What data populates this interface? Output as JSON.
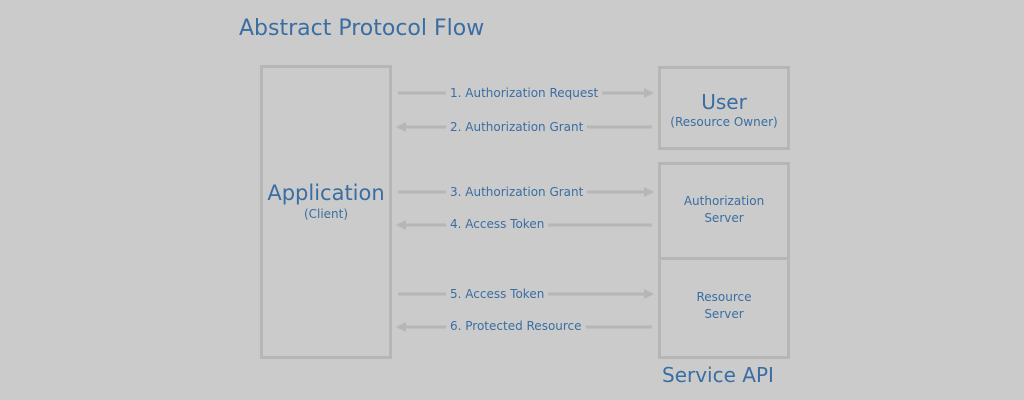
{
  "title": "Abstract Protocol Flow",
  "application": {
    "name": "Application",
    "subtitle": "(Client)"
  },
  "user": {
    "name": "User",
    "subtitle": "(Resource Owner)"
  },
  "authorization_server": {
    "line1": "Authorization",
    "line2": "Server"
  },
  "resource_server": {
    "line1": "Resource",
    "line2": "Server"
  },
  "service_api_label": "Service API",
  "flows": [
    {
      "label": "1. Authorization Request",
      "direction": "right"
    },
    {
      "label": "2. Authorization Grant",
      "direction": "left"
    },
    {
      "label": "3. Authorization Grant",
      "direction": "right"
    },
    {
      "label": "4. Access Token",
      "direction": "left"
    },
    {
      "label": "5. Access Token",
      "direction": "right"
    },
    {
      "label": "6. Protected Resource",
      "direction": "left"
    }
  ],
  "colors": {
    "background": "#cbcbcb",
    "text": "#3a6ea2",
    "lines": "#b6b6b6"
  }
}
